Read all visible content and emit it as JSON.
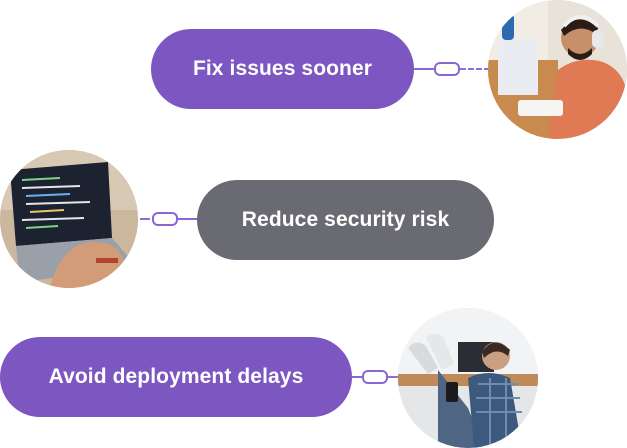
{
  "benefits": [
    {
      "label": "Fix issues sooner",
      "pill_color": "#7c57c2",
      "photo": "developer-with-headphones-photo"
    },
    {
      "label": "Reduce security risk",
      "pill_color": "#6a6a72",
      "photo": "laptop-code-typing-photo"
    },
    {
      "label": "Avoid deployment delays",
      "pill_color": "#7c57c2",
      "photo": "relaxed-developer-feet-up-photo"
    }
  ],
  "colors": {
    "accent": "#7c57c2",
    "neutral": "#6a6a72",
    "connector": "#8a66d3"
  }
}
